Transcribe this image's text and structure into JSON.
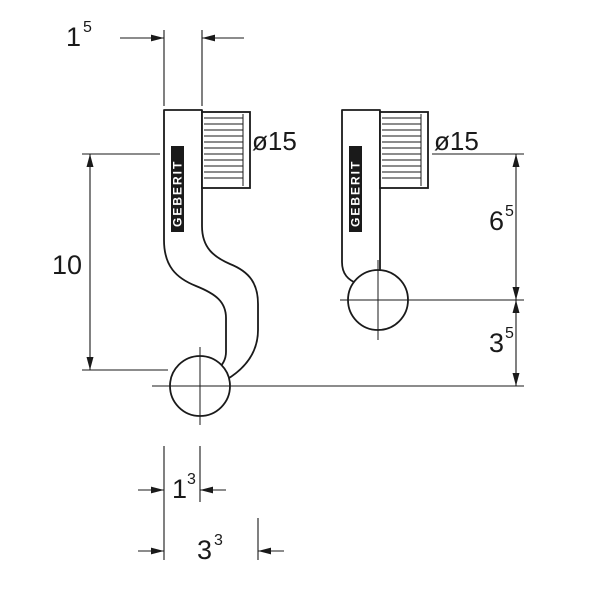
{
  "drawing": {
    "logo": "GEBERIT",
    "labels": {
      "dia_left": "ø15",
      "dia_right": "ø15"
    },
    "dims": {
      "top_width": {
        "main": "1",
        "sup": "5"
      },
      "height_left": {
        "main": "10",
        "sup": ""
      },
      "height_right_upper": {
        "main": "6",
        "sup": "5"
      },
      "height_right_lower": {
        "main": "3",
        "sup": "5"
      },
      "bottom_inner": {
        "main": "1",
        "sup": "3"
      },
      "bottom_outer": {
        "main": "3",
        "sup": "3"
      }
    },
    "colors": {
      "ink": "#1a1a1a",
      "paper": "#ffffff"
    }
  }
}
